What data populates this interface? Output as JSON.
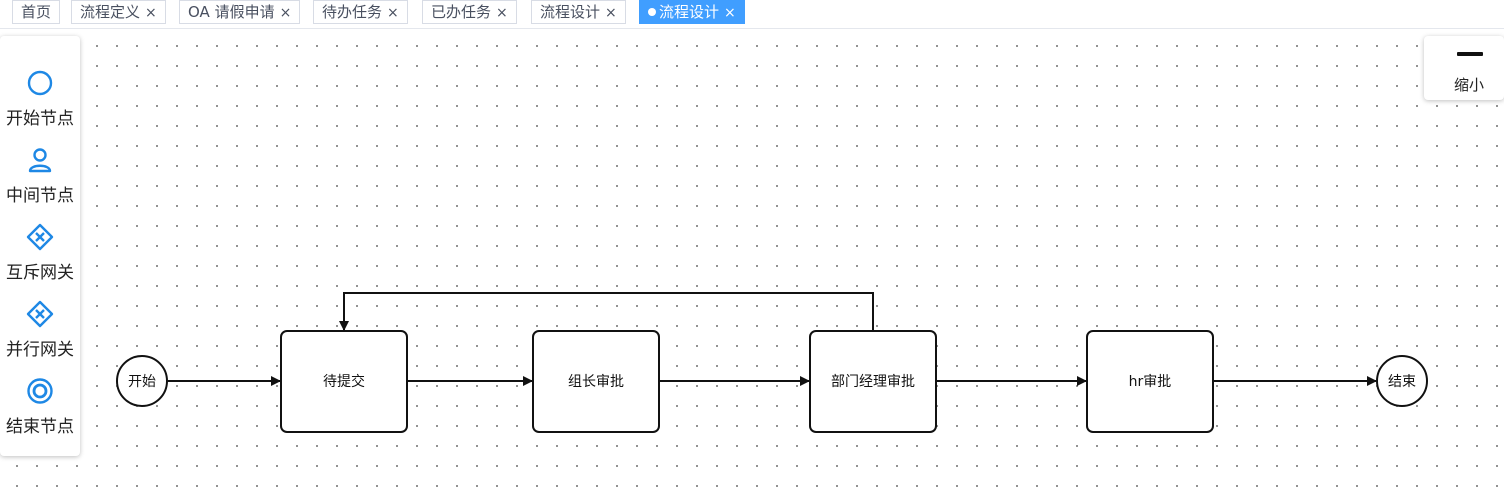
{
  "tabs": [
    {
      "label": "首页",
      "closable": false,
      "active": false
    },
    {
      "label": "流程定义",
      "closable": true,
      "active": false
    },
    {
      "label": "OA 请假申请",
      "closable": true,
      "active": false
    },
    {
      "label": "待办任务",
      "closable": true,
      "active": false
    },
    {
      "label": "已办任务",
      "closable": true,
      "active": false
    },
    {
      "label": "流程设计",
      "closable": true,
      "active": false
    },
    {
      "label": "流程设计",
      "closable": true,
      "active": true
    }
  ],
  "close_glyph": "×",
  "palette": {
    "start_node": {
      "label": "开始节点",
      "icon": "circle-icon"
    },
    "middle_node": {
      "label": "中间节点",
      "icon": "user-icon"
    },
    "exclusive_gateway": {
      "label": "互斥网关",
      "icon": "exclusive-gateway-icon"
    },
    "parallel_gateway": {
      "label": "并行网关",
      "icon": "parallel-gateway-icon"
    },
    "end_node": {
      "label": "结束节点",
      "icon": "end-circle-icon"
    }
  },
  "zoom": {
    "label": "缩小",
    "icon": "minus-icon"
  },
  "diagram": {
    "start": {
      "label": "开始"
    },
    "tasks": [
      {
        "label": "待提交"
      },
      {
        "label": "组长审批"
      },
      {
        "label": "部门经理审批"
      },
      {
        "label": "hr审批"
      }
    ],
    "end": {
      "label": "结束"
    }
  },
  "colors": {
    "accent": "#409eff",
    "palette_icon": "#1e88e5",
    "edge": "#111111"
  }
}
